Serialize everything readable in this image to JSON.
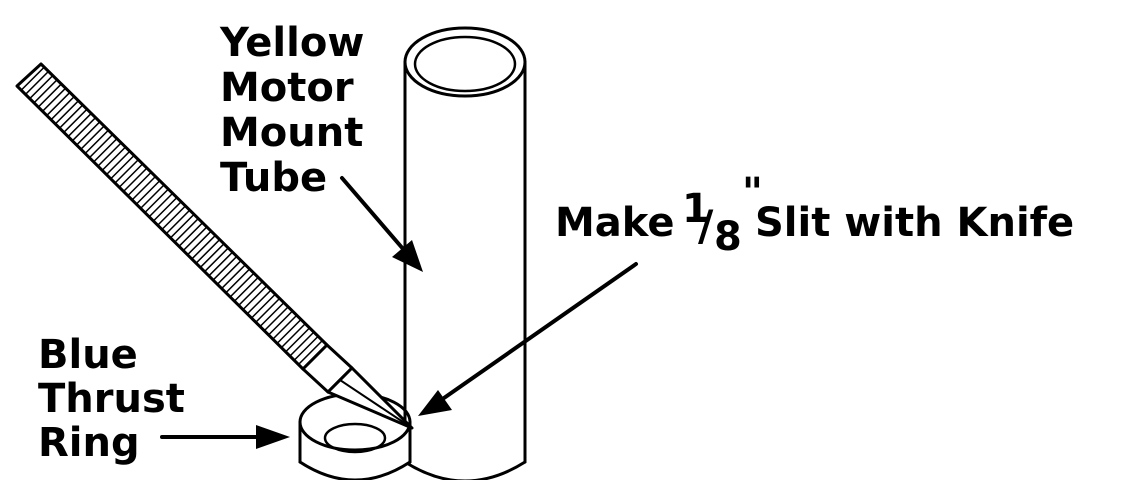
{
  "labels": {
    "tube": [
      "Yellow",
      "Motor",
      "Mount",
      "Tube"
    ],
    "ring": [
      "Blue",
      "Thrust",
      "Ring"
    ],
    "slit": {
      "prefix": "Make ",
      "numerator": "1",
      "slash": "/",
      "denominator": "8",
      "unit": "\"",
      "suffix": " Slit with Knife"
    }
  },
  "icons": [
    "knife-icon",
    "motor-mount-tube",
    "thrust-ring"
  ],
  "colors": {
    "ink": "#000000",
    "background": "#ffffff"
  }
}
